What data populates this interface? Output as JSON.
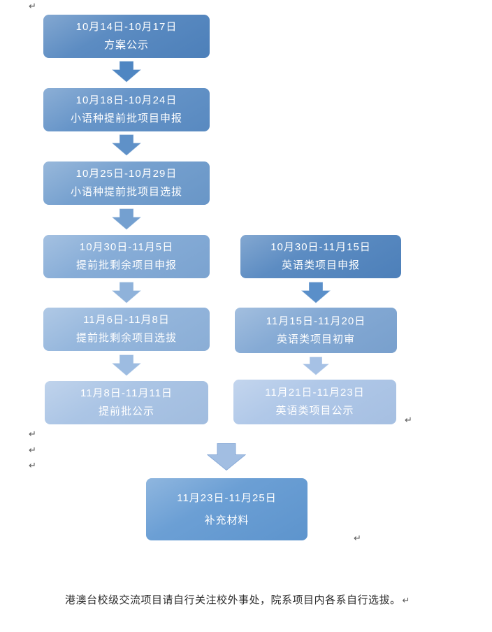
{
  "pilcrow": "↵",
  "flow": {
    "left_steps": [
      {
        "date": "10月14日-10月17日",
        "label": "方案公示",
        "color": "#4e82bd"
      },
      {
        "date": "10月18日-10月24日",
        "label": "小语种提前批项目申报",
        "color": "#5a8cc4"
      },
      {
        "date": "10月25日-10月29日",
        "label": "小语种提前批项目选拔",
        "color": "#6b99cb"
      },
      {
        "date": "10月30日-11月5日",
        "label": "提前批剩余项目申报",
        "color": "#7da6d4"
      },
      {
        "date": "11月6日-11月8日",
        "label": "提前批剩余项目选拔",
        "color": "#8db1da"
      },
      {
        "date": "11月8日-11月11日",
        "label": "提前批公示",
        "color": "#a4c0e3"
      }
    ],
    "left_arrow_colors": [
      "#4f86c2",
      "#5f91c8",
      "#74a0d0",
      "#8fb2da",
      "#9dbce1"
    ],
    "right_steps": [
      {
        "date": "10月30日-11月15日",
        "label": "英语类项目申报",
        "color": "#4e82bd"
      },
      {
        "date": "11月15日-11月20日",
        "label": "英语类项目初审",
        "color": "#7ba3d1"
      },
      {
        "date": "11月21日-11月23日",
        "label": "英语类项目公示",
        "color": "#a9c3e6"
      }
    ],
    "right_arrow_colors": [
      "#5a8fc9",
      "#a6c1e5"
    ],
    "merge_arrow_color": "#a2bee2",
    "merge_arrow_border": "#8aabd8",
    "bottom_step": {
      "date": "11月23日-11月25日",
      "label": "补充材料",
      "color": "#5f97d1"
    }
  },
  "footer": {
    "note": "港澳台校级交流项目请自行关注校外事处，院系项目内各系自行选拔。"
  }
}
